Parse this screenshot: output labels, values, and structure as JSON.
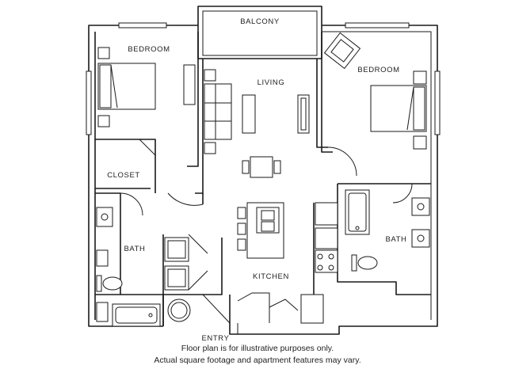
{
  "rooms": {
    "balcony": "BALCONY",
    "living": "LIVING",
    "bedroom_left": "BEDROOM",
    "bedroom_right": "BEDROOM",
    "closet": "CLOSET",
    "bath_left": "BATH",
    "bath_right": "BATH",
    "kitchen": "KITCHEN",
    "entry": "ENTRY"
  },
  "disclaimer": {
    "line1": "Floor plan is for illustrative purposes only.",
    "line2": "Actual square footage and apartment features may vary."
  }
}
